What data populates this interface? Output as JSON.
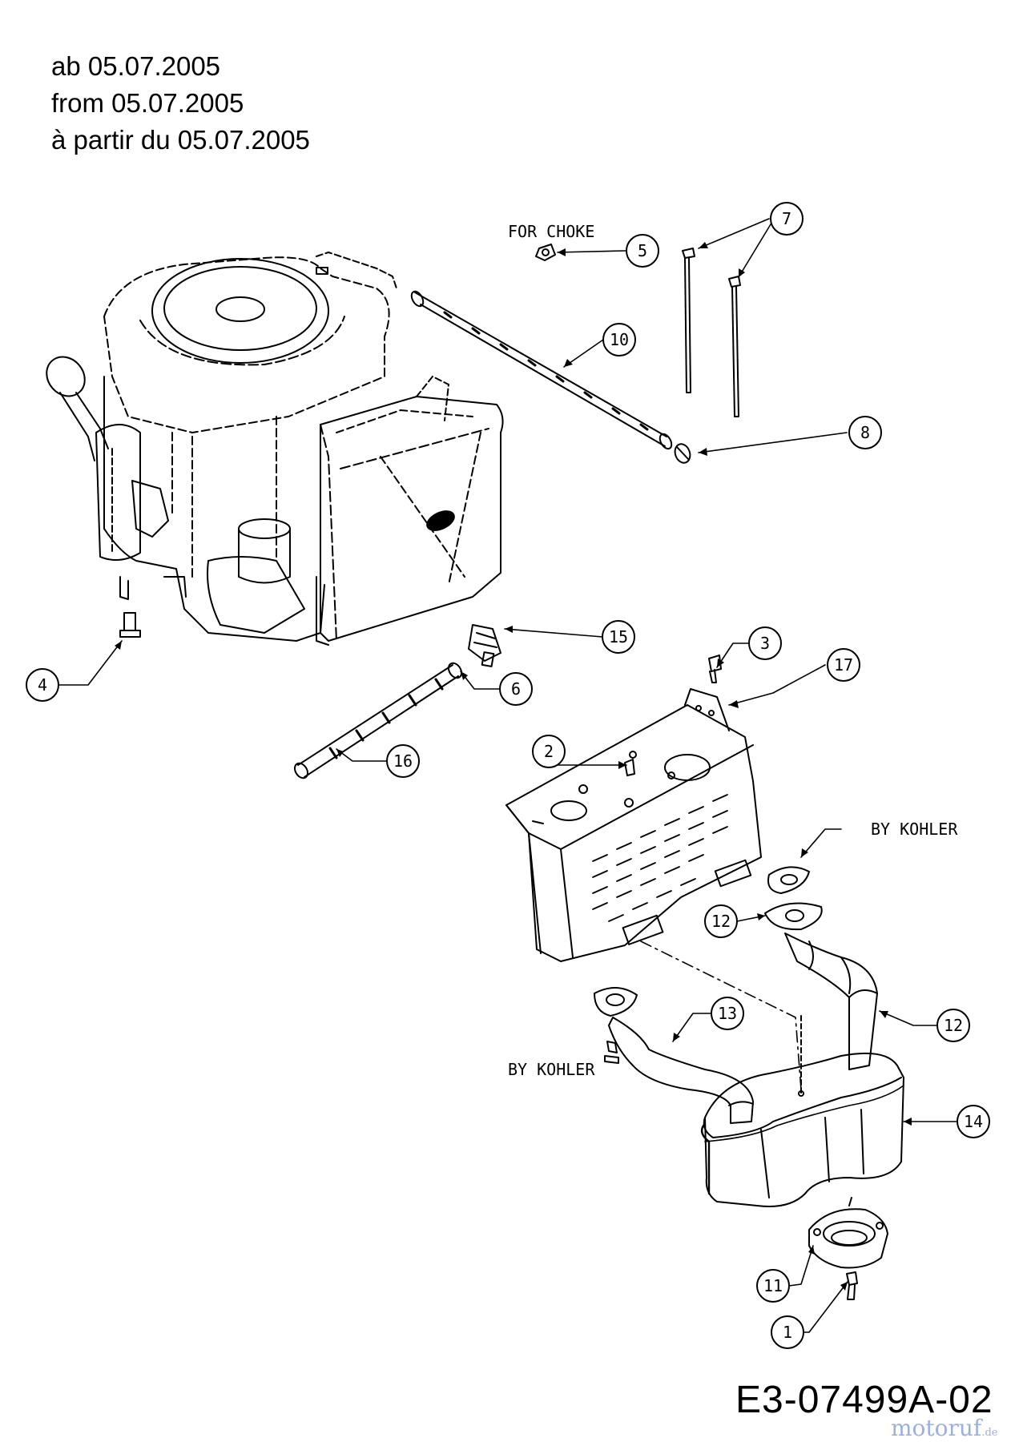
{
  "header": {
    "lines": [
      "ab 05.07.2005",
      "from 05.07.2005",
      "à partir du 05.07.2005"
    ]
  },
  "notes": {
    "for_choke": "FOR CHOKE",
    "by_kohler_top": "BY KOHLER",
    "by_kohler_bottom": "BY KOHLER"
  },
  "callouts": [
    "1",
    "2",
    "3",
    "4",
    "5",
    "6",
    "7",
    "8",
    "10",
    "11",
    "12",
    "12",
    "13",
    "14",
    "15",
    "16",
    "17"
  ],
  "drawing_code": "E3-07499A-02",
  "watermark": {
    "text": "motoruf",
    "suffix": ".de"
  }
}
